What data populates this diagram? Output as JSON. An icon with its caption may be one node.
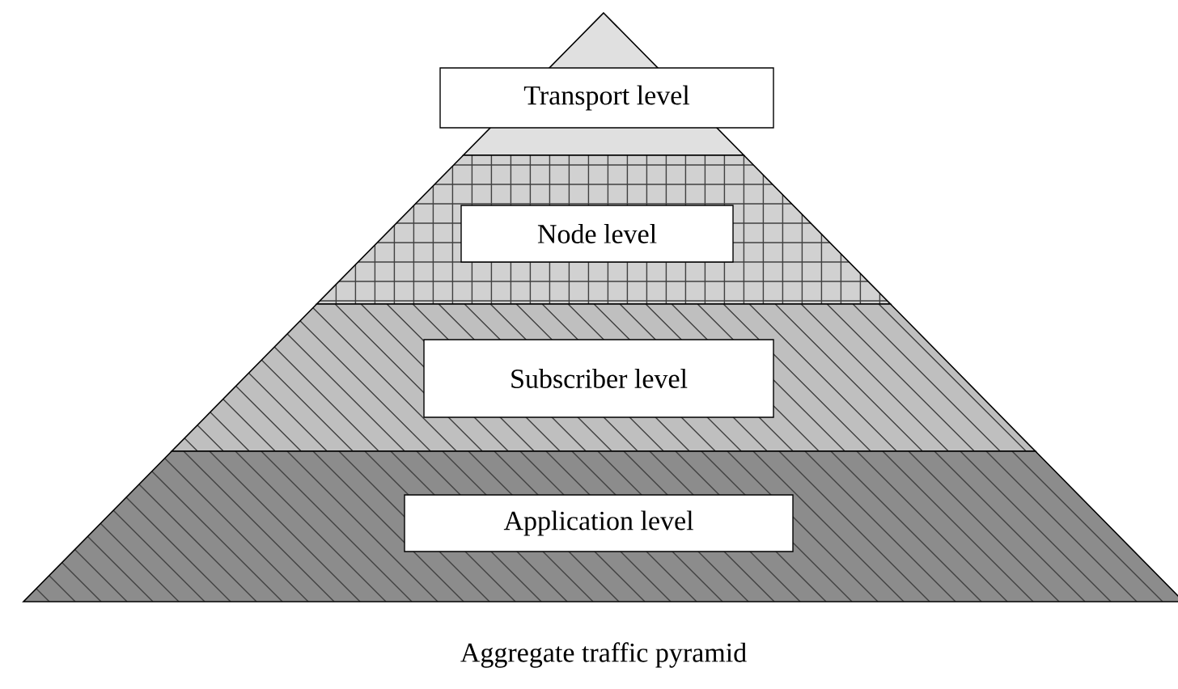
{
  "diagram": {
    "caption": "Aggregate traffic pyramid",
    "nodes": [
      {
        "text": [
          "Transport level"
        ]
      },
      {
        "text": [
          "Node level"
        ]
      },
      {
        "text": [
          "Subscriber level"
        ]
      },
      {
        "text": [
          "Application level"
        ]
      }
    ]
  }
}
